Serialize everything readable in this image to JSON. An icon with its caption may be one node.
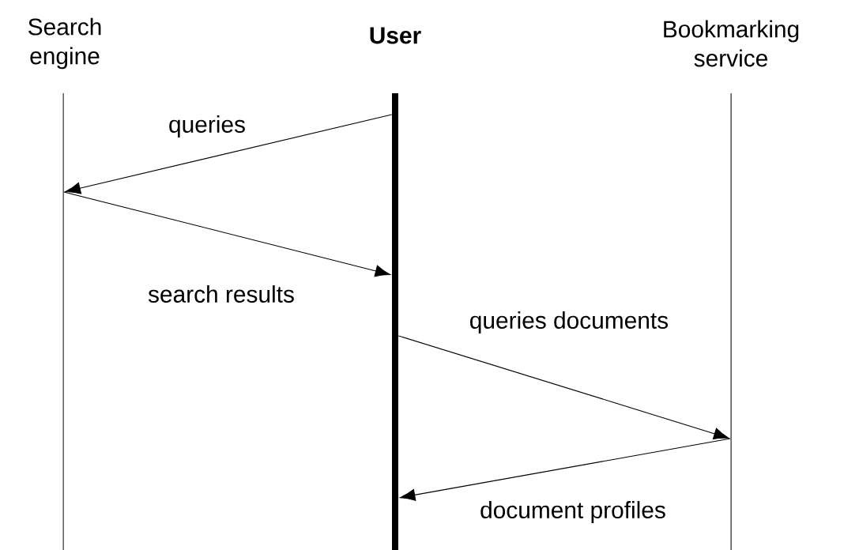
{
  "diagram": {
    "nodes": [
      {
        "text": [
          "Search engine"
        ]
      },
      {
        "text": [
          "User"
        ]
      },
      {
        "text": [
          "Bookmarking service"
        ]
      },
      {
        "text": [],
        "shape": "bar"
      },
      {
        "text": [],
        "shape": "bar"
      },
      {
        "text": [],
        "shape": "bar"
      }
    ],
    "edges": [
      {
        "from": 4,
        "to": 3,
        "arrow": "to",
        "label": "queries"
      },
      {
        "from": 3,
        "to": 4,
        "arrow": "to",
        "label": "search results"
      },
      {
        "from": 4,
        "to": 5,
        "arrow": "to",
        "label": "queries documents"
      },
      {
        "from": 5,
        "to": 4,
        "arrow": "to",
        "label": "document profiles"
      }
    ]
  }
}
